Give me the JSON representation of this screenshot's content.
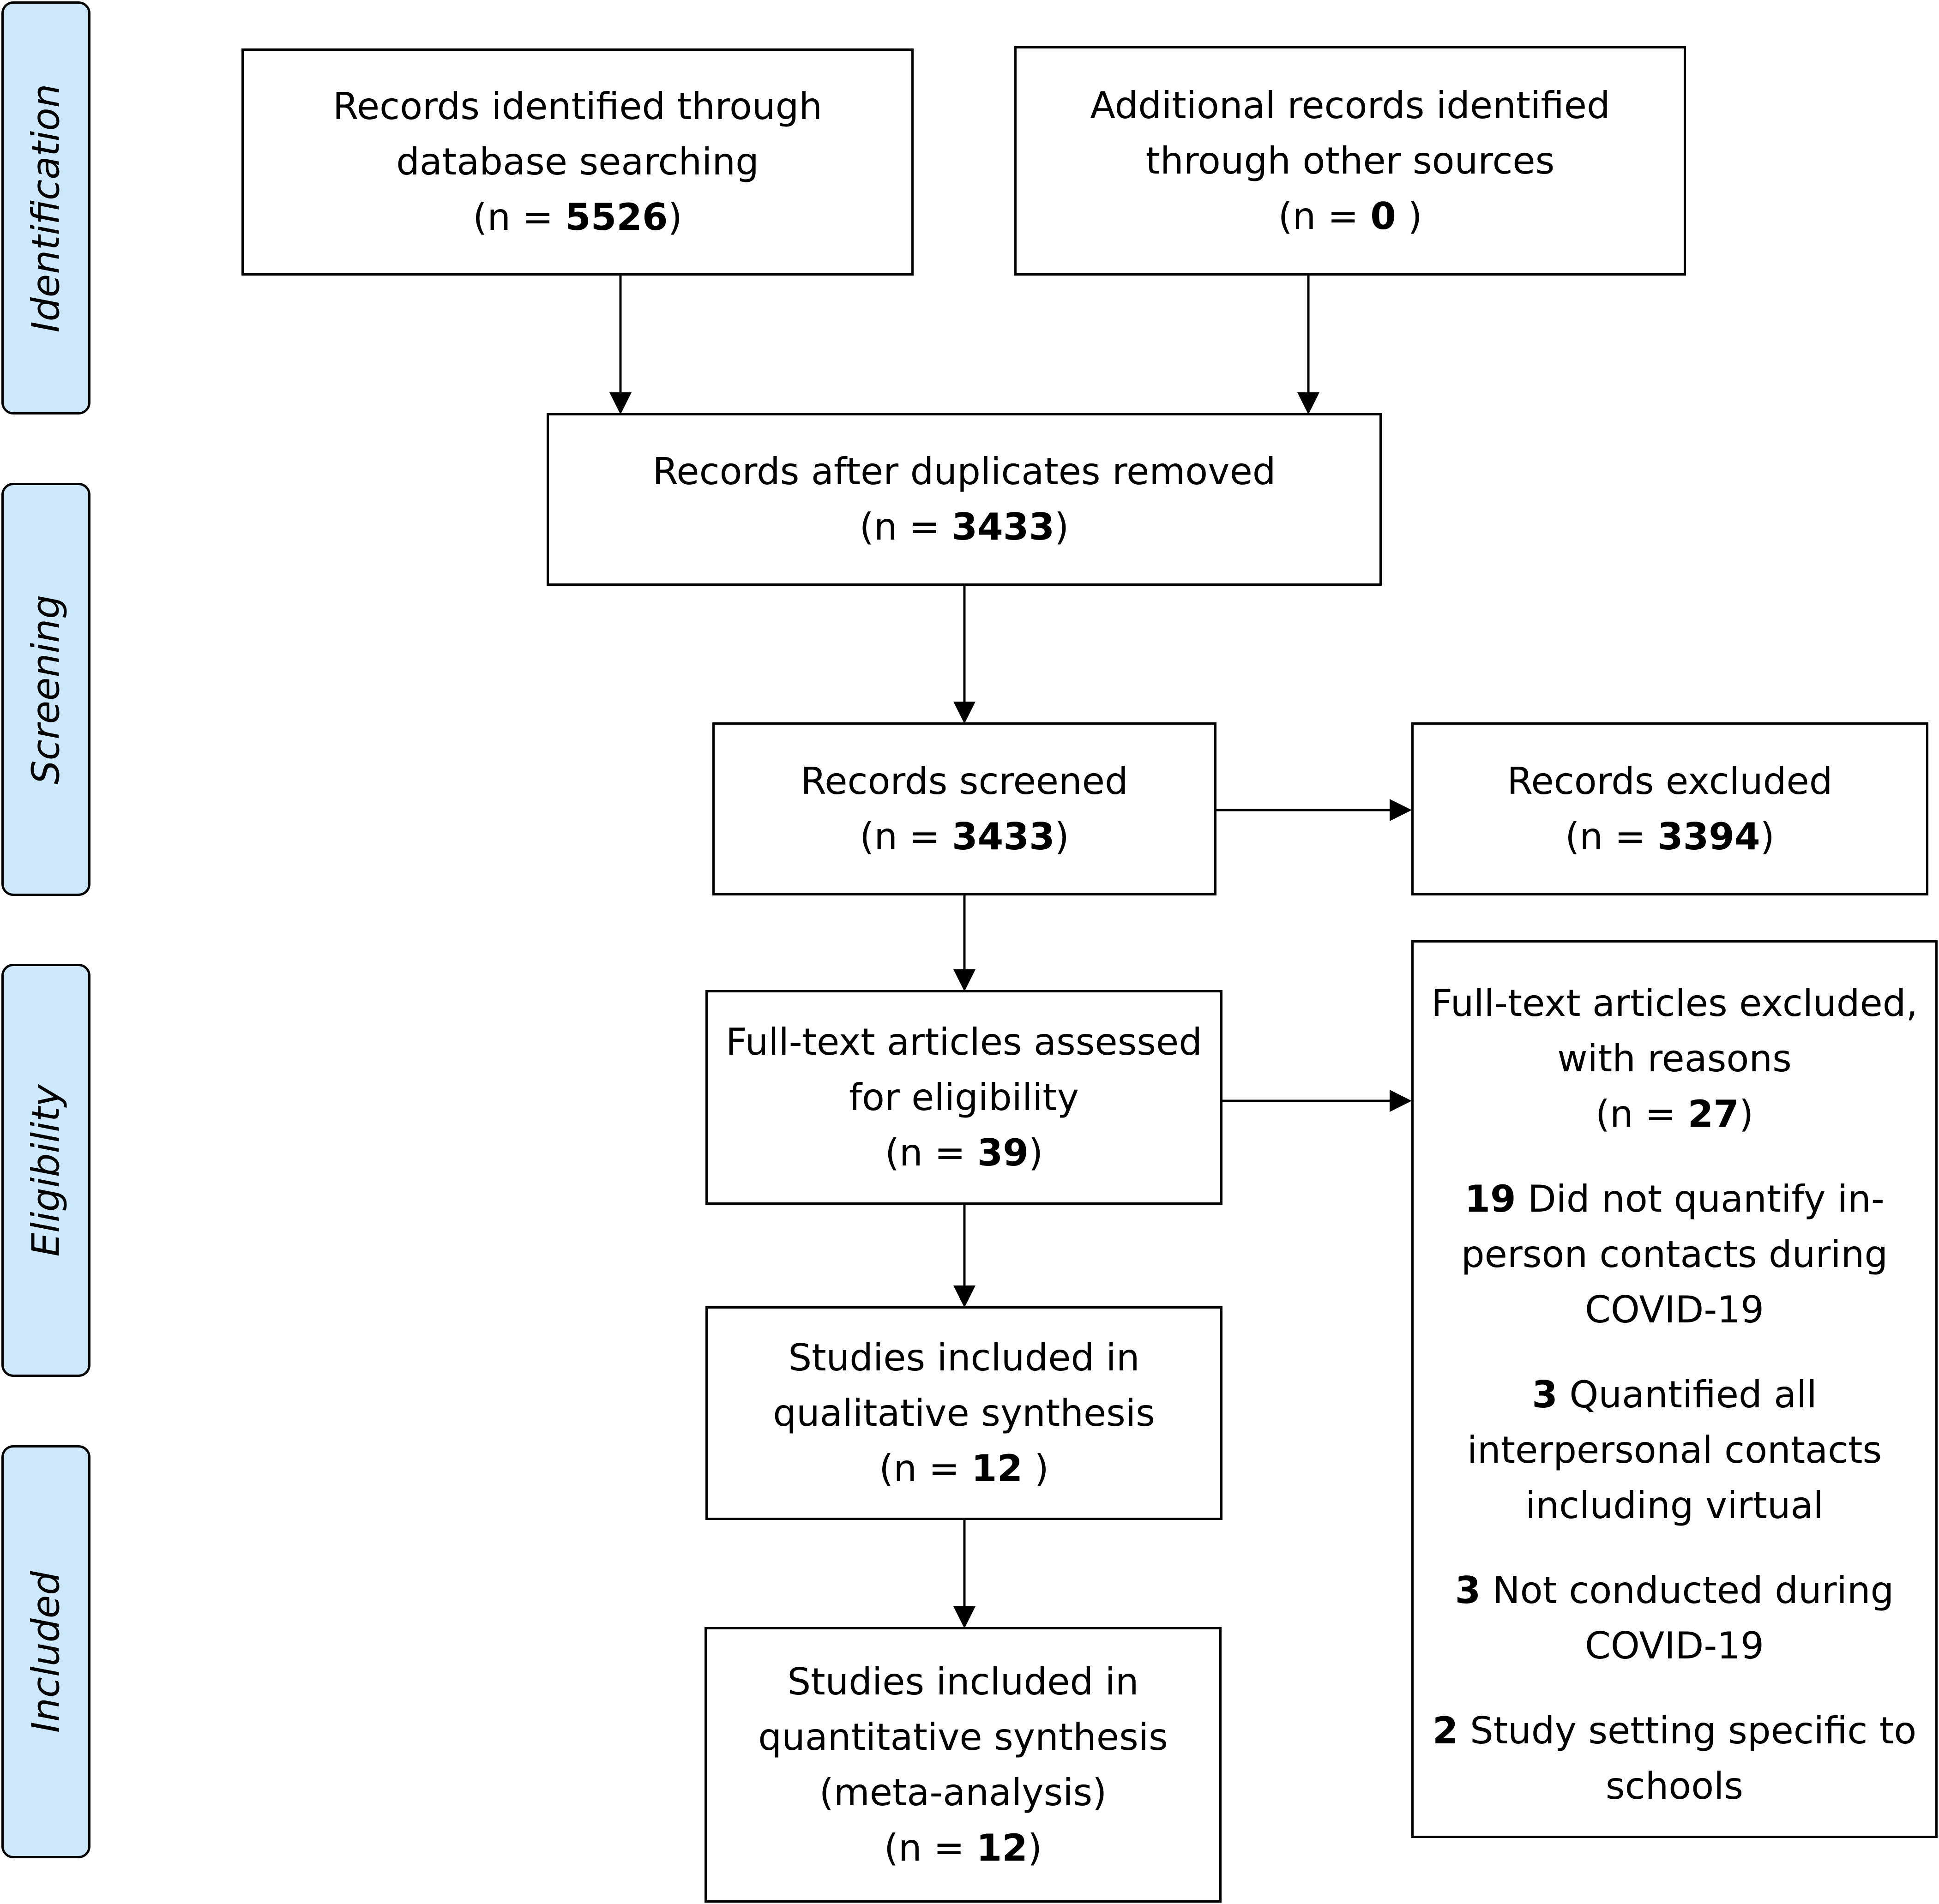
{
  "phases": {
    "identification": "Identification",
    "screening": "Screening",
    "eligibility": "Eligibility",
    "included": "Included"
  },
  "boxes": {
    "db_search": {
      "lines": [
        "Records identified through",
        "database searching"
      ],
      "n_prefix": "(n = ",
      "n": "5526",
      "n_suffix": ")"
    },
    "other_sources": {
      "lines": [
        "Additional records identified",
        "through other sources"
      ],
      "n_prefix": "(n = ",
      "n": "0",
      "n_suffix": " )"
    },
    "after_duplicates": {
      "lines": [
        "Records after duplicates removed"
      ],
      "n_prefix": "(n = ",
      "n": "3433",
      "n_suffix": ")"
    },
    "screened": {
      "lines": [
        "Records screened"
      ],
      "n_prefix": "(n = ",
      "n": "3433",
      "n_suffix": ")"
    },
    "excluded": {
      "lines": [
        "Records excluded"
      ],
      "n_prefix": "(n = ",
      "n": "3394",
      "n_suffix": ")"
    },
    "fulltext": {
      "lines": [
        "Full-text articles assessed",
        "for eligibility"
      ],
      "n_prefix": "(n = ",
      "n": "39",
      "n_suffix": ")"
    },
    "qualitative": {
      "lines": [
        "Studies included in",
        "qualitative synthesis"
      ],
      "n_prefix": "(n = ",
      "n": "12",
      "n_suffix": " )"
    },
    "quantitative": {
      "lines": [
        "Studies included in",
        "quantitative synthesis",
        "(meta-analysis)"
      ],
      "n_prefix": "(n = ",
      "n": "12",
      "n_suffix": ")"
    },
    "fulltext_excluded": {
      "lines": [
        "Full-text articles excluded,",
        "with reasons"
      ],
      "n_prefix": "(n = ",
      "n": "27",
      "n_suffix": ")",
      "reasons": [
        {
          "count": "19",
          "lines": [
            " Did not quantify in-",
            "person contacts during",
            "COVID-19"
          ]
        },
        {
          "count": "3",
          "lines": [
            " Quantified all",
            "interpersonal contacts",
            "including virtual"
          ]
        },
        {
          "count": "3",
          "lines": [
            " Not conducted during",
            "COVID-19"
          ]
        },
        {
          "count": "2",
          "lines": [
            " Study setting specific to",
            "schools"
          ]
        }
      ]
    }
  }
}
